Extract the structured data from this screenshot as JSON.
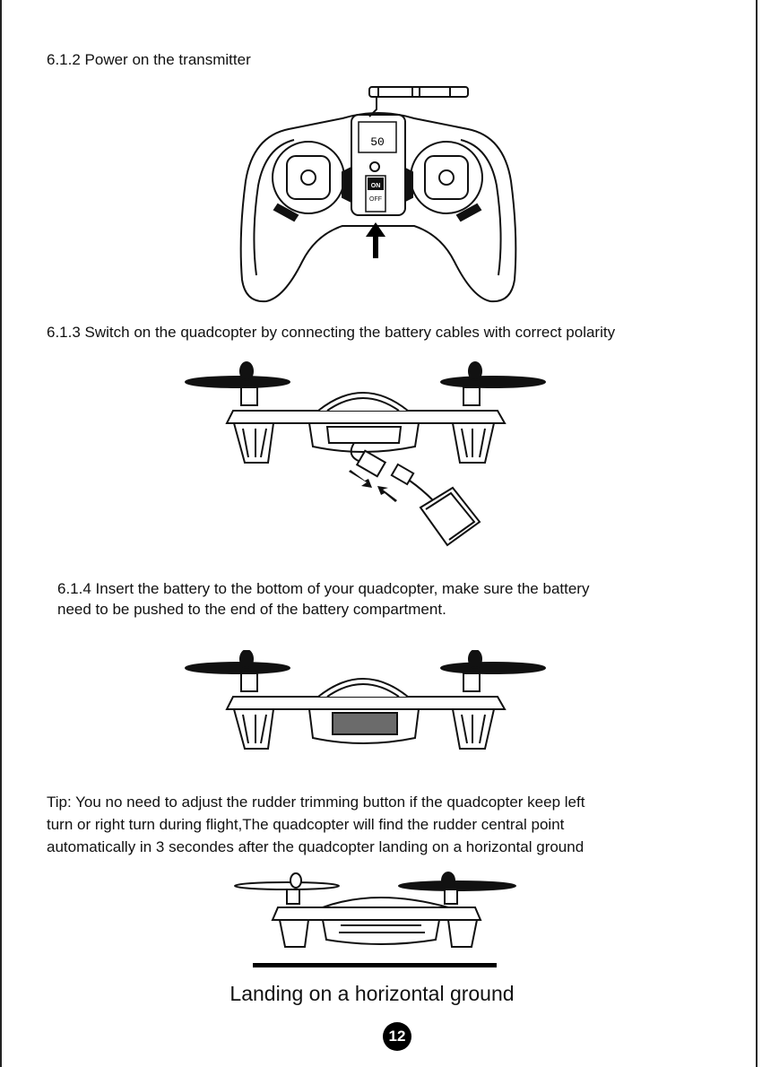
{
  "sections": {
    "s612": {
      "heading": "6.1.2 Power on the transmitter"
    },
    "s613": {
      "heading": "6.1.3 Switch on the quadcopter by connecting the battery cables with correct polarity"
    },
    "s614": {
      "line1": "6.1.4 Insert the battery to the bottom of your quadcopter, make sure the battery",
      "line2": "need to be pushed to the end of the battery compartment."
    }
  },
  "transmitter": {
    "lcd_value": "50",
    "switch_on": "ON",
    "switch_off": "OFF"
  },
  "tip": {
    "line1": "Tip: You no need to adjust the rudder trimming button if the quadcopter keep left",
    "line2": "turn or right turn during flight,The quadcopter will find the rudder central point",
    "line3": "automatically in 3 secondes after the quadcopter landing on a horizontal ground"
  },
  "landing_caption": "Landing on a horizontal ground",
  "page_number": "12"
}
